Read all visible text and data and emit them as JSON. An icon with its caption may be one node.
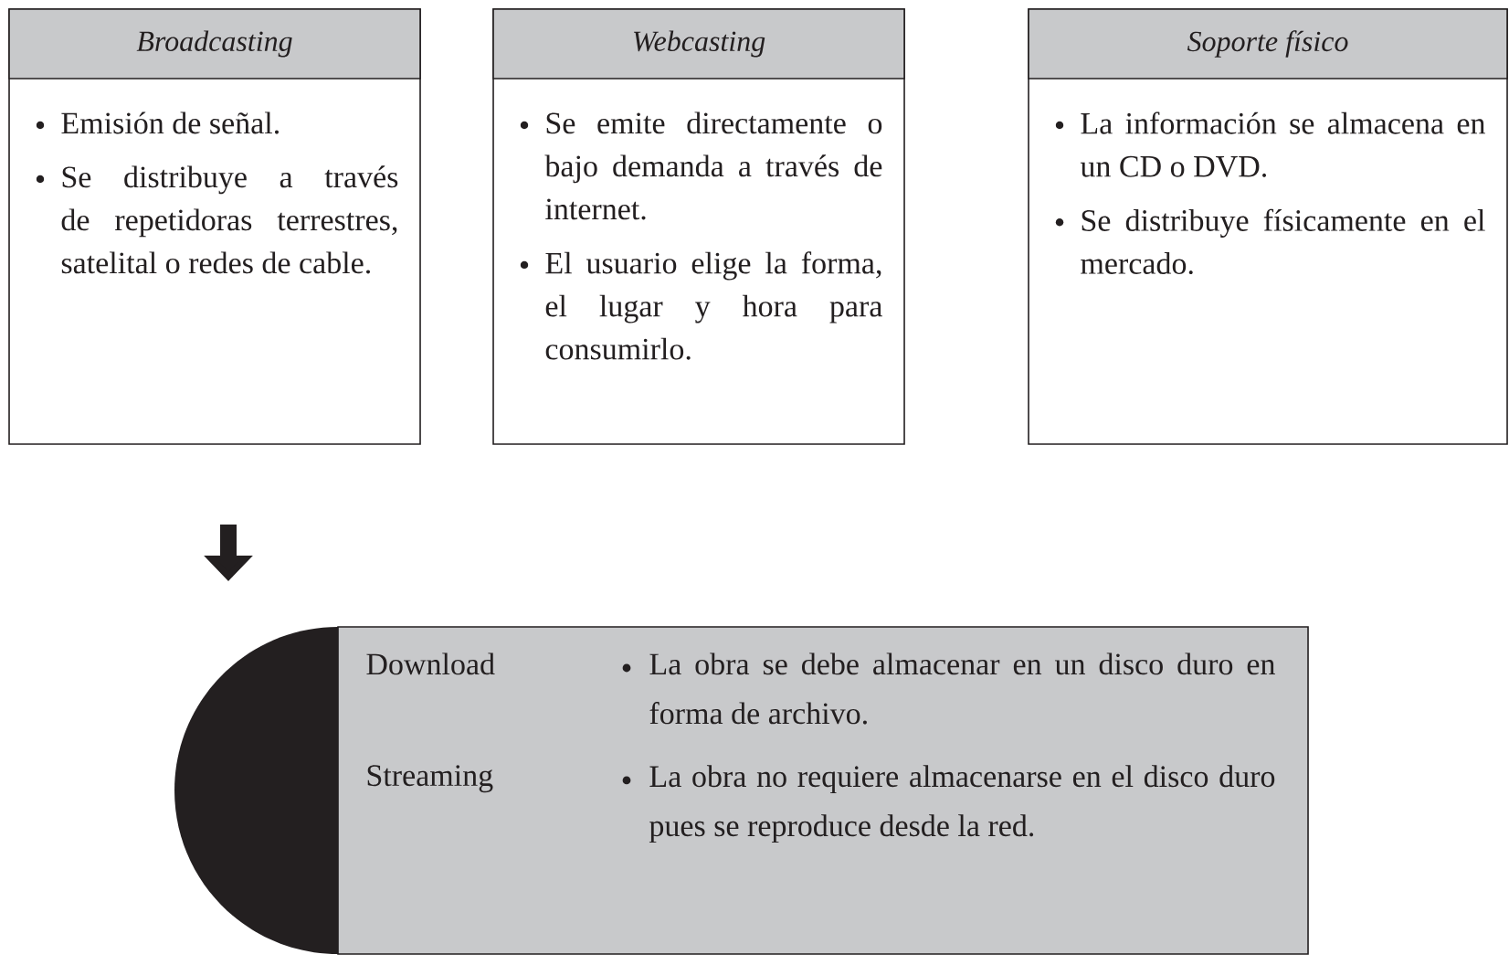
{
  "diagram": {
    "nodes": [
      {
        "text": [
          "Broadcasting",
          "Emisión de señal.",
          "Se distribuye a través de repetidoras terrestres, satelital o redes de cable."
        ]
      },
      {
        "text": [
          "Webcasting",
          "Se emite directamente o bajo demanda a través de internet.",
          "El usuario elige la forma, el lugar y hora para consumirlo."
        ]
      },
      {
        "text": [
          "Soporte físico",
          "La información se almacena en un CD o DVD.",
          "Se distribuye físicamente en el mercado."
        ]
      },
      {
        "text": [
          "Download",
          "La obra se debe almacenar en un disco duro en forma de archivo.",
          "Streaming",
          "La obra no requiere almacenarse en el disco duro pues se reproduce desde la red."
        ]
      }
    ]
  }
}
